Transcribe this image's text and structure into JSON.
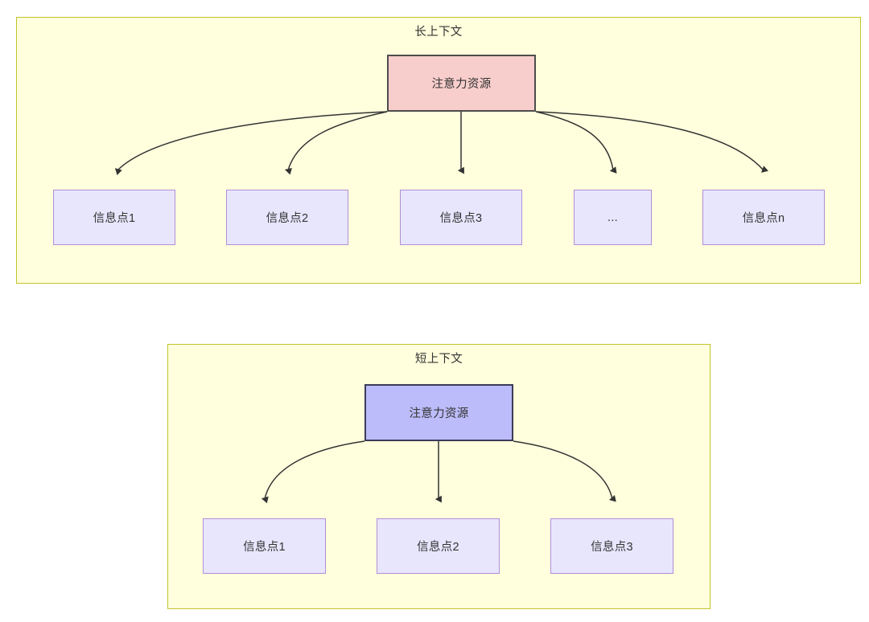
{
  "diagram": {
    "type": "attention-allocation-comparison",
    "background": "#ffffff",
    "groups": [
      {
        "id": "long-context",
        "title": "长上下文",
        "fill": "#ffffdd",
        "stroke": "#c3c32c",
        "root": {
          "label": "注意力资源",
          "fill": "#f8cecc",
          "stroke": "#4d4d4d"
        },
        "children": [
          {
            "label": "信息点1"
          },
          {
            "label": "信息点2"
          },
          {
            "label": "信息点3"
          },
          {
            "label": "..."
          },
          {
            "label": "信息点n"
          }
        ]
      },
      {
        "id": "short-context",
        "title": "短上下文",
        "fill": "#ffffdd",
        "stroke": "#c3c32c",
        "root": {
          "label": "注意力资源",
          "fill": "#bcbcfa",
          "stroke": "#3b3b57"
        },
        "children": [
          {
            "label": "信息点1"
          },
          {
            "label": "信息点2"
          },
          {
            "label": "信息点3"
          }
        ]
      }
    ],
    "node_style": {
      "info_fill": "#e7e6fd",
      "info_stroke": "#b18fd9",
      "edge_color": "#333333"
    }
  }
}
